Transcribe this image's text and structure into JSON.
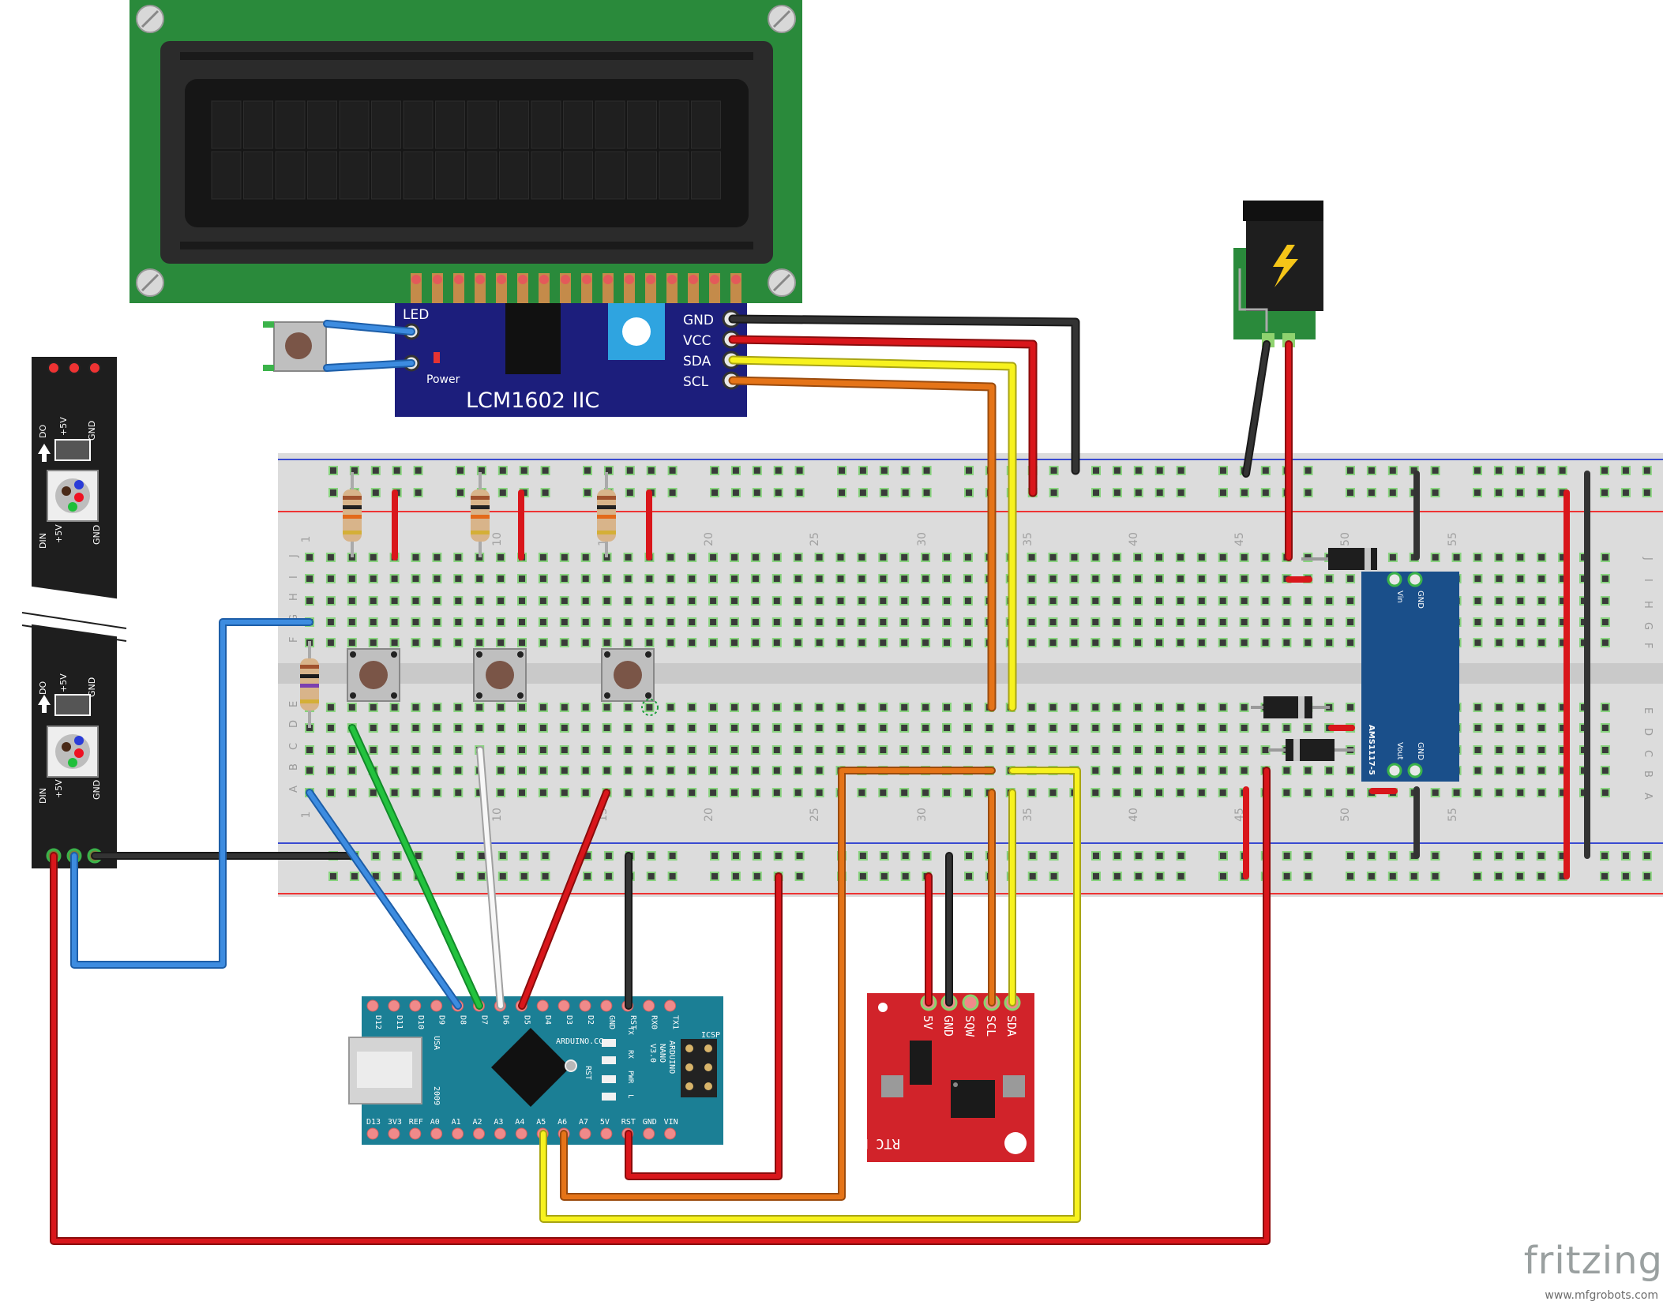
{
  "lcd": {
    "backpack_title": "LCM1602 IIC",
    "led_label": "LED",
    "power_label": "Power",
    "pins": [
      "GND",
      "VCC",
      "SDA",
      "SCL"
    ]
  },
  "breadboard": {
    "rows_top": [
      "J",
      "I",
      "H",
      "G",
      "F"
    ],
    "rows_bottom": [
      "E",
      "D",
      "C",
      "B",
      "A"
    ],
    "column_numbers": [
      "1",
      "10",
      "15",
      "20",
      "25",
      "30",
      "35",
      "40",
      "45",
      "50",
      "55"
    ]
  },
  "nano": {
    "top_pins": [
      "D12",
      "D11",
      "D10",
      "D9",
      "D8",
      "D7",
      "D6",
      "D5",
      "D4",
      "D3",
      "D2",
      "GND",
      "RST",
      "RX0",
      "TX1"
    ],
    "bottom_pins": [
      "D13",
      "3V3",
      "REF",
      "A0",
      "A1",
      "A2",
      "A3",
      "A4",
      "A5",
      "A6",
      "A7",
      "5V",
      "RST",
      "GND",
      "VIN"
    ],
    "usa": "USA",
    "year": "2009",
    "brand": "ARDUINO.CC",
    "name_lines": [
      "ARDUINO",
      "NANO",
      "V3.0"
    ],
    "icsp": "ICSP",
    "rst": "RST",
    "led_labels": [
      "TX",
      "RX",
      "PWR",
      "L"
    ]
  },
  "rtc": {
    "pins": [
      "5V",
      "GND",
      "SQW",
      "SCL",
      "SDA"
    ],
    "title": "RTC Module"
  },
  "regulator": {
    "name": "AMS1117-5",
    "pins": [
      "Vin",
      "GND",
      "Vout",
      "GND"
    ]
  },
  "led_strip": {
    "labels_top": [
      "DO",
      "+5V",
      "GND"
    ],
    "labels_bottom": [
      "DIN",
      "+5V",
      "GND"
    ]
  },
  "colors": {
    "breadboard": "#dadada",
    "lcd_pcb": "#2a8a3b",
    "backpack": "#1c1e7c",
    "nano": "#1b7f95",
    "rtc": "#d1232a",
    "regulator": "#1a4f8a",
    "wire_red": "#cc1418",
    "wire_black": "#2a2a2a",
    "wire_blue": "#2e7ad1",
    "wire_yellow": "#f0ec1c",
    "wire_orange": "#e27016",
    "wire_green": "#23b23a",
    "wire_white": "#f2f2f2"
  },
  "watermark": "fritzing",
  "watermark_site": "www.mfgrobots.com"
}
